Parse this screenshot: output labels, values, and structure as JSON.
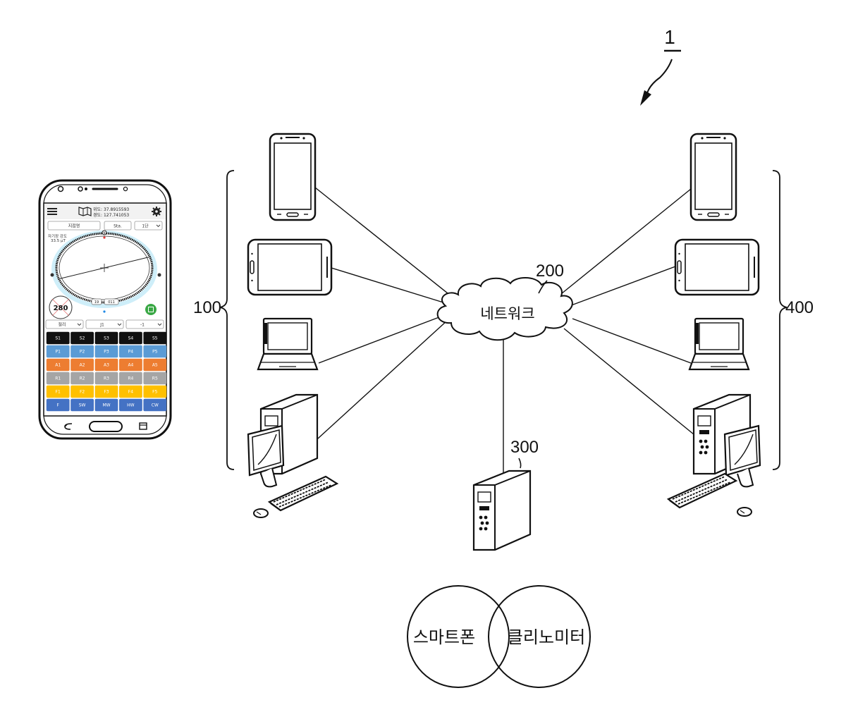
{
  "figure": {
    "system_label": "1",
    "client_group_label": "100",
    "network_label": "200",
    "server_label": "300",
    "group_b_label": "400",
    "network_text": "네트워크",
    "venn_left": "스마트폰",
    "venn_right": "클리노미터"
  },
  "app": {
    "latitude": "위도: 37.8915593",
    "longitude": "경도: 127.741053",
    "button_location": "지점명",
    "button_sta": "Sta.",
    "select_step": "1단",
    "magnetic_label": "자기장 강도",
    "magnetic_value": "33.5 μT",
    "compass_north": "N",
    "heading_value": "280",
    "dip_left": "19",
    "dip_right": "011",
    "select_type": "절리",
    "select_j": "J1",
    "select_val": "-1",
    "grid_rows": [
      {
        "color": "#111111",
        "text_color": "#ffffff",
        "labels": [
          "S1",
          "S2",
          "S3",
          "S4",
          "S5"
        ]
      },
      {
        "color": "#5b9bd5",
        "text_color": "#ffffff",
        "labels": [
          "P1",
          "P2",
          "P3",
          "P4",
          "P5"
        ]
      },
      {
        "color": "#ed7d31",
        "text_color": "#ffffff",
        "labels": [
          "A1",
          "A2",
          "A3",
          "A4",
          "A5"
        ]
      },
      {
        "color": "#a5a5a5",
        "text_color": "#ffffff",
        "labels": [
          "R1",
          "R2",
          "R3",
          "R4",
          "R5"
        ]
      },
      {
        "color": "#ffc000",
        "text_color": "#ffffff",
        "labels": [
          "F1",
          "F2",
          "F3",
          "F4",
          "F5"
        ]
      },
      {
        "color": "#4472c4",
        "text_color": "#ffffff",
        "labels": [
          "F",
          "SW",
          "MW",
          "HW",
          "CW"
        ]
      }
    ]
  },
  "colors": {
    "save_button": "#3aa845",
    "compass_ring": "#111111",
    "compass_glow": "#aee3f5"
  },
  "icons": [
    "menu-icon",
    "map-icon",
    "gear-icon",
    "save-icon",
    "back-icon",
    "recent-apps-icon",
    "home-button"
  ]
}
